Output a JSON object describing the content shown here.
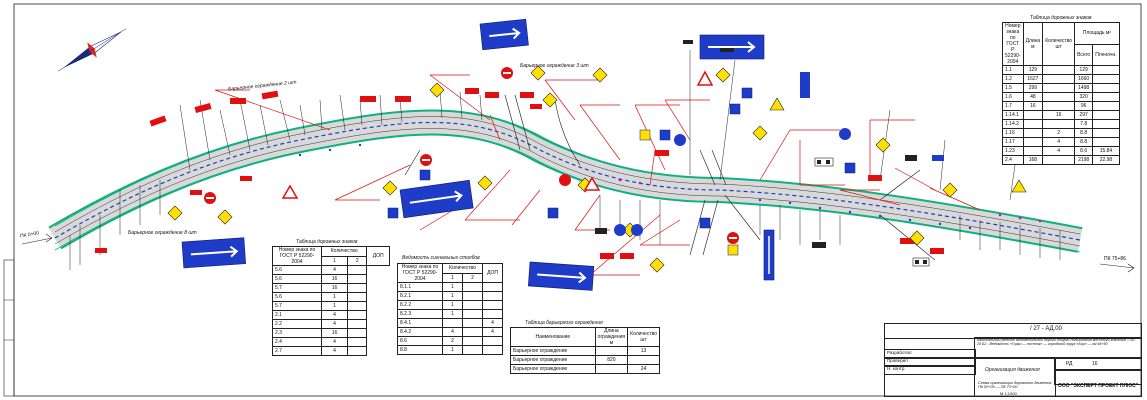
{
  "drawing": {
    "station_left": "ПК 0+00",
    "station_right": "ПК 75+86",
    "callouts": {
      "boards_left": "Барьерное ограждение 8 шт",
      "boards_mid": "Барьерное ограждение 2 шт",
      "boards_top": "Барьерное ограждение 3 шт"
    }
  },
  "tables": {
    "signs_table": {
      "title": "Таблица дорожных знаков",
      "headers": [
        "Номер знака по ГОСТ Р 52290-2004",
        "Количество",
        "ДОП"
      ],
      "sub": [
        "1",
        "2"
      ],
      "rows": [
        [
          "5.6",
          "4",
          ""
        ],
        [
          "5.6",
          "16",
          ""
        ],
        [
          "5.7",
          "16",
          ""
        ],
        [
          "5.6",
          "1",
          ""
        ],
        [
          "5.7",
          "1",
          ""
        ],
        [
          "2.1",
          "4",
          ""
        ],
        [
          "2.2",
          "4",
          ""
        ],
        [
          "2.3",
          "16",
          ""
        ],
        [
          "2.4",
          "4",
          ""
        ],
        [
          "2.7",
          "4",
          ""
        ]
      ]
    },
    "posts_table": {
      "title": "Ведомость сигнальных столбов",
      "headers": [
        "Номер знака по ГОСТ Р 52290-2004",
        "Количество",
        "ДОП"
      ],
      "sub": [
        "1",
        "2"
      ],
      "rows": [
        [
          "8.1.1",
          "1",
          "",
          ""
        ],
        [
          "8.2.1",
          "1",
          "",
          ""
        ],
        [
          "8.2.2",
          "1",
          "",
          ""
        ],
        [
          "8.2.3",
          "1",
          "",
          ""
        ],
        [
          "8.4.1",
          "",
          "",
          "4"
        ],
        [
          "8.4.2",
          "4",
          "",
          "4"
        ],
        [
          "8.6",
          "2",
          "",
          ""
        ],
        [
          "8.8",
          "1",
          "",
          ""
        ]
      ]
    },
    "guard_table": {
      "title": "Таблица барьерного ограждения",
      "headers": [
        "Наименование",
        "Длина ограждения м",
        "Количество шт"
      ],
      "rows": [
        [
          "Барьерное ограждение",
          "",
          "13"
        ],
        [
          "Барьерное ограждение",
          "820",
          ""
        ],
        [
          "Барьерное ограждение",
          "",
          "24"
        ]
      ]
    },
    "right_table": {
      "title": "Таблица дорожных знаков",
      "headers": [
        "Номер знака по ГОСТ Р 52290-2004",
        "Длина м",
        "Количество шт",
        "Площадь м²"
      ],
      "sub": [
        "Всего",
        "Пленочн."
      ],
      "rows": [
        [
          "1.1",
          "129",
          "",
          "129",
          ""
        ],
        [
          "1.2",
          "1627",
          "",
          "1660",
          ""
        ],
        [
          "1.5",
          "299",
          "",
          "1498",
          ""
        ],
        [
          "1.6",
          "48",
          "",
          "320",
          ""
        ],
        [
          "1.7",
          "16",
          "",
          "96",
          ""
        ],
        [
          "1.14.1",
          "",
          "16",
          "297",
          ""
        ],
        [
          "1.14.2",
          "",
          "",
          "7.8",
          ""
        ],
        [
          "1.16",
          "",
          "2",
          "8.8",
          ""
        ],
        [
          "1.17",
          "",
          "4",
          "8.8",
          ""
        ],
        [
          "1.23",
          "",
          "4",
          "8.6",
          "15.84"
        ],
        [
          "2.4",
          "168",
          "",
          "2198",
          "22.98"
        ]
      ]
    }
  },
  "title_block": {
    "code": "/ 27 - АД.00",
    "description": "Капитальный ремонт автомобильной дороги общего пользования местного значения Т-30-25 Б2 - Ведомость «Горки — поселок» — городской округ «Бор» — км 94+50",
    "sheet_name": "Организация движения",
    "subtitle": "Схема организации дорожного движения ПК 00+00 — ПК 73+00",
    "company": "ООО \"ЭКСПЕРТ ПРОЕКТ ПЛЮС\"",
    "stage": "РД",
    "sheet": "16",
    "sheets": "",
    "roles": [
      "Разработал",
      "Проверил",
      "Н. контр."
    ],
    "scale": "М 1:1000"
  }
}
